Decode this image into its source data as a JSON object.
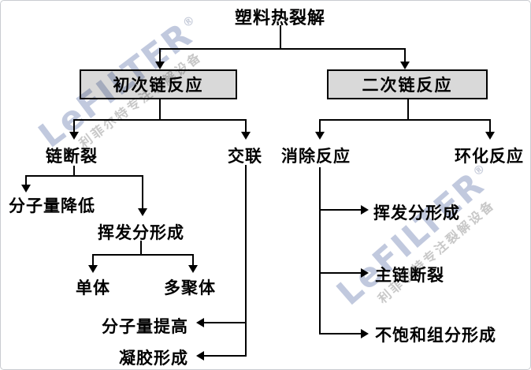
{
  "title": "塑料热裂解",
  "boxes": {
    "primary": "初次链反应",
    "secondary": "二次链反应"
  },
  "nodes": {
    "chain_scission": "链断裂",
    "crosslink": "交联",
    "elimination": "消除反应",
    "cyclization": "环化反应",
    "mw_decrease": "分子量降低",
    "volatile_left": "挥发分形成",
    "monomer": "单体",
    "oligomer": "多聚体",
    "mw_increase": "分子量提高",
    "gel": "凝胶形成",
    "volatile_right": "挥发分形成",
    "main_chain_scission": "主链断裂",
    "unsaturated": "不饱和组分形成"
  },
  "watermark": {
    "brand": "LeFILTER",
    "registered": "®",
    "caption": "利菲尔特专注裂解设备",
    "brand_color": "#8e9cc2",
    "caption_color": "#9a9a9a"
  },
  "colors": {
    "box_fill": "#d9d9d9",
    "line": "#000000",
    "background": "#ffffff",
    "border": "#c9ccd1"
  }
}
